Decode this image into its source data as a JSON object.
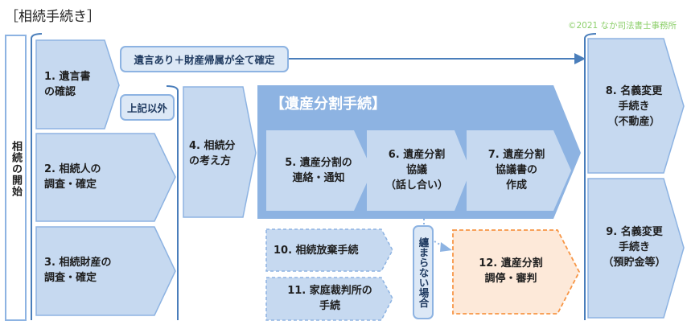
{
  "title": "［相続手続き］",
  "copyright": "©2021 なか司法書士事務所",
  "start_label": "相続の開始",
  "steps": {
    "s1": "1. 遺言書\nの確認",
    "s2": "2. 相続人の\n調査・確定",
    "s3": "3. 相続財産の\n調査・確定",
    "s4": "4. 相続分\nの考え方",
    "s5": "5. 遺産分割の\n連絡・通知",
    "s6": "6. 遺産分割\n協議\n（話し合い）",
    "s7": "7. 遺産分割\n協議書の\n作成",
    "s8": "8. 名義変更\n手続き\n（不動産）",
    "s9": "9. 名義変更\n手続き\n（預貯金等）",
    "s10": "10. 相続放棄手続",
    "s11": "11. 家庭裁判所の\n手続",
    "s12": "12. 遺産分割\n調停・審判"
  },
  "division_title": "【遺産分割手続】",
  "labels": {
    "will_confirmed": "遺言あり＋財産帰属が全て確定",
    "otherwise": "上記以外",
    "not_agreed": "纏まらない場合"
  },
  "colors": {
    "box": "#c6d9f0",
    "border": "#8db3e2",
    "group": "#8db3e2",
    "arrow": "#4a7ebb",
    "orange_fill": "#fde9d9",
    "orange_border": "#f79646",
    "copyright": "#8ccf6a"
  }
}
